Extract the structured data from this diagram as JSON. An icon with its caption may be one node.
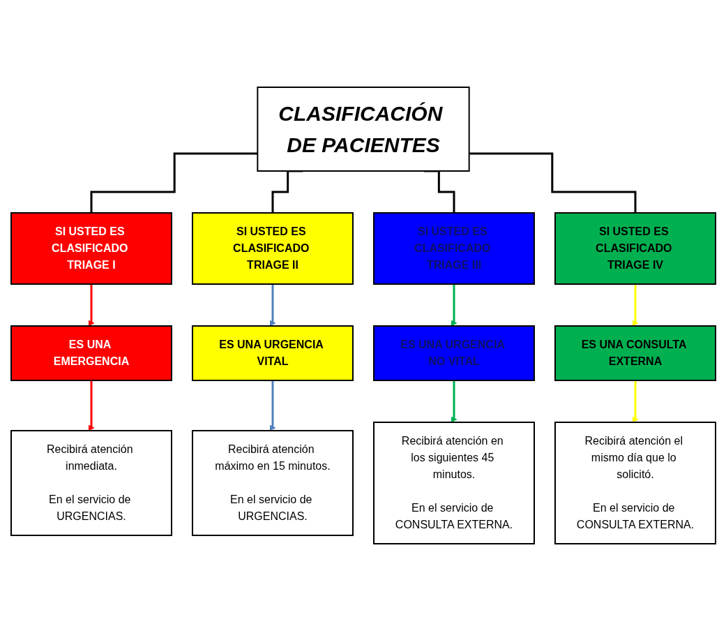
{
  "diagram": {
    "nodes": [
      {
        "text": [
          "CLASIFICACIÓN DE PACIENTES"
        ]
      },
      {
        "text": [
          "SI USTED ES CLASIFICADO TRIAGE I"
        ]
      },
      {
        "text": [
          "SI USTED ES CLASIFICADO TRIAGE II"
        ]
      },
      {
        "text": [
          "SI USTED ES CLASIFICADO TRIAGE III"
        ]
      },
      {
        "text": [
          "SI USTED ES CLASIFICADO TRIAGE IV"
        ]
      },
      {
        "text": [
          "ES UNA EMERGENCIA"
        ]
      },
      {
        "text": [
          "ES UNA URGENCIA VITAL"
        ]
      },
      {
        "text": [
          "ES UNA URGENCIA NO VITAL"
        ]
      },
      {
        "text": [
          "ES UNA CONSULTA EXTERNA"
        ]
      },
      {
        "text": [
          "Recibirá atención inmediata.",
          "En el servicio de URGENCIAS."
        ]
      },
      {
        "text": [
          "Recibirá atención máximo en 15 minutos.",
          "En el servicio de URGENCIAS."
        ]
      },
      {
        "text": [
          "Recibirá atención en los siguientes 45 minutos.",
          "En el servicio de CONSULTA EXTERNA."
        ]
      },
      {
        "text": [
          "Recibirá atención el mismo día que lo solicitó.",
          "En el servicio de CONSULTA EXTERNA."
        ]
      }
    ],
    "edges": [
      {
        "from": 0,
        "to": 1,
        "arrow": "none"
      },
      {
        "from": 0,
        "to": 2,
        "arrow": "none"
      },
      {
        "from": 0,
        "to": 3,
        "arrow": "none"
      },
      {
        "from": 0,
        "to": 4,
        "arrow": "none"
      },
      {
        "from": 1,
        "to": 5,
        "arrow": "to",
        "color": "#ff0000"
      },
      {
        "from": 2,
        "to": 6,
        "arrow": "to",
        "color": "#4f81bd"
      },
      {
        "from": 3,
        "to": 7,
        "arrow": "to",
        "color": "#00b050"
      },
      {
        "from": 4,
        "to": 8,
        "arrow": "to",
        "color": "#ffff00"
      },
      {
        "from": 5,
        "to": 9,
        "arrow": "to",
        "color": "#ff0000"
      },
      {
        "from": 6,
        "to": 10,
        "arrow": "to",
        "color": "#4f81bd"
      },
      {
        "from": 7,
        "to": 11,
        "arrow": "to",
        "color": "#00b050"
      },
      {
        "from": 8,
        "to": 12,
        "arrow": "to",
        "color": "#ffff00"
      }
    ]
  }
}
